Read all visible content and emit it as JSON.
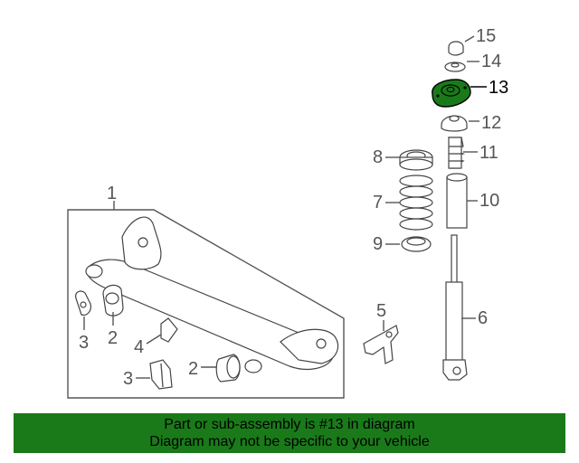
{
  "callouts": {
    "c1": "1",
    "c2a": "2",
    "c2b": "2",
    "c3a": "3",
    "c3b": "3",
    "c4": "4",
    "c5": "5",
    "c6": "6",
    "c7": "7",
    "c8": "8",
    "c9": "9",
    "c10": "10",
    "c11": "11",
    "c12": "12",
    "c13": "13",
    "c14": "14",
    "c15": "15"
  },
  "highlight": {
    "part": "13",
    "fill": "#1a7a1a"
  },
  "banner": {
    "line1": "Part or sub-assembly is #13 in diagram",
    "line2": "Diagram may not be specific to your vehicle",
    "color": "#1a7a1a"
  }
}
